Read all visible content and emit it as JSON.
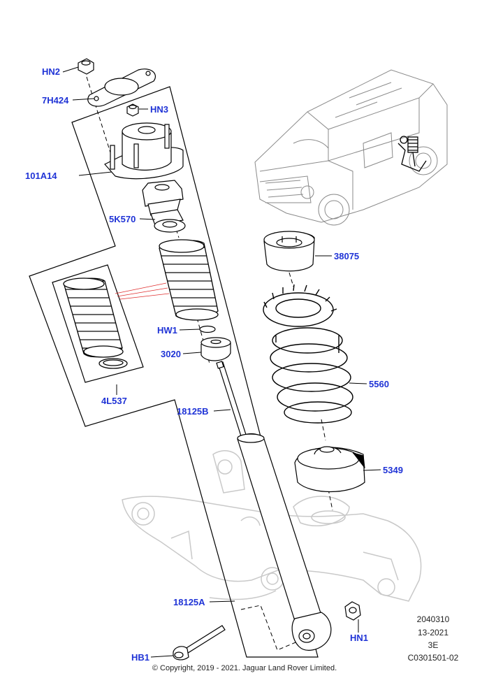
{
  "labels": {
    "hn2": "HN2",
    "p7h424": "7H424",
    "hn3": "HN3",
    "p101a14": "101A14",
    "p5k570": "5K570",
    "hw1": "HW1",
    "p3020": "3020",
    "p4l537": "4L537",
    "p18125b": "18125B",
    "p18125a": "18125A",
    "hb1": "HB1",
    "hn1": "HN1",
    "p38075": "38075",
    "p5560": "5560",
    "p5349": "5349"
  },
  "reference": {
    "code": "2040310",
    "date": "13-2021",
    "rev": "3E",
    "id": "C0301501-02"
  },
  "copyright": "© Copyright, 2019 - 2021. Jaguar Land Rover Limited.",
  "colors": {
    "label": "#1f33d6",
    "line": "#000000",
    "ghost": "#c9c9c9"
  }
}
